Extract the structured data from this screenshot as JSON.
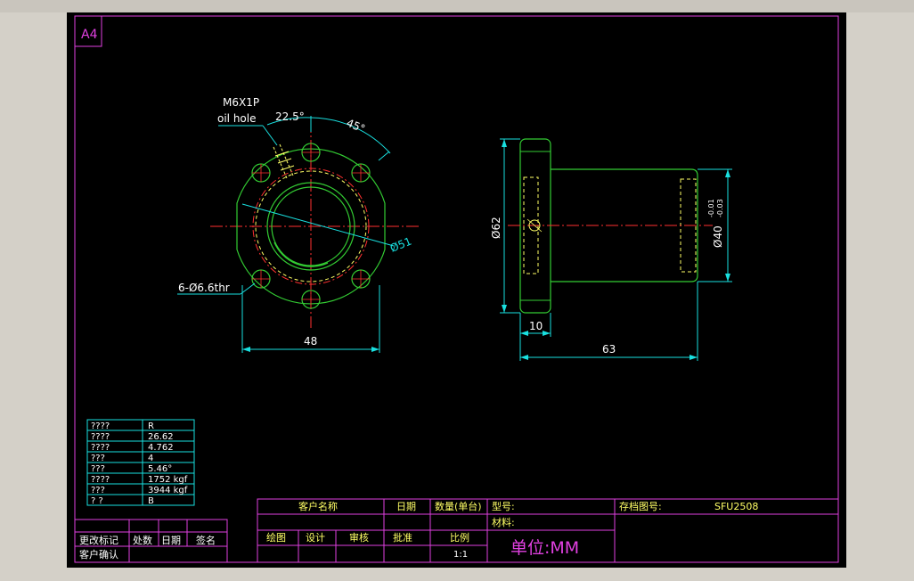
{
  "sheet": {
    "paper_size": "A4"
  },
  "front_view": {
    "callout_line1": "M6X1P",
    "callout_line2": "oil hole",
    "angle_small": "22.5°",
    "angle_large": "45°",
    "diameter_bolt_circle": "Ø51",
    "holes_note": "6-Ø6.6thr",
    "width_dim": "48"
  },
  "side_view": {
    "flange_dia": "Ø62",
    "body_dia": "Ø40",
    "body_tol_upper": "-0.01",
    "body_tol_lower": "-0.03",
    "flange_thickness": "10",
    "overall_length": "63"
  },
  "param_table": {
    "rows": [
      {
        "label": "????",
        "value": "R"
      },
      {
        "label": "????",
        "value": "26.62"
      },
      {
        "label": "????",
        "value": "4.762"
      },
      {
        "label": "???",
        "value": "4"
      },
      {
        "label": "???",
        "value": "5.46°"
      },
      {
        "label": "????",
        "value": "1752 kgf"
      },
      {
        "label": "???",
        "value": "3944 kgf"
      },
      {
        "label": "? ?",
        "value": "B"
      }
    ]
  },
  "revision_block": {
    "change_mark": "更改标记",
    "location": "处数",
    "date": "日期",
    "sign": "签名",
    "customer_confirm": "客户确认"
  },
  "title_block": {
    "customer_name": "客户名称",
    "date": "日期",
    "quantity": "数量(单台)",
    "model_label": "型号:",
    "drawing_no_label": "存档图号:",
    "drawing_no_value": "SFU2508",
    "material_label": "材料:",
    "drawn": "绘图",
    "design": "设计",
    "review": "审核",
    "approve": "批准",
    "scale_label": "比例",
    "scale_value": "1:1",
    "unit_text": "单位:MM"
  }
}
